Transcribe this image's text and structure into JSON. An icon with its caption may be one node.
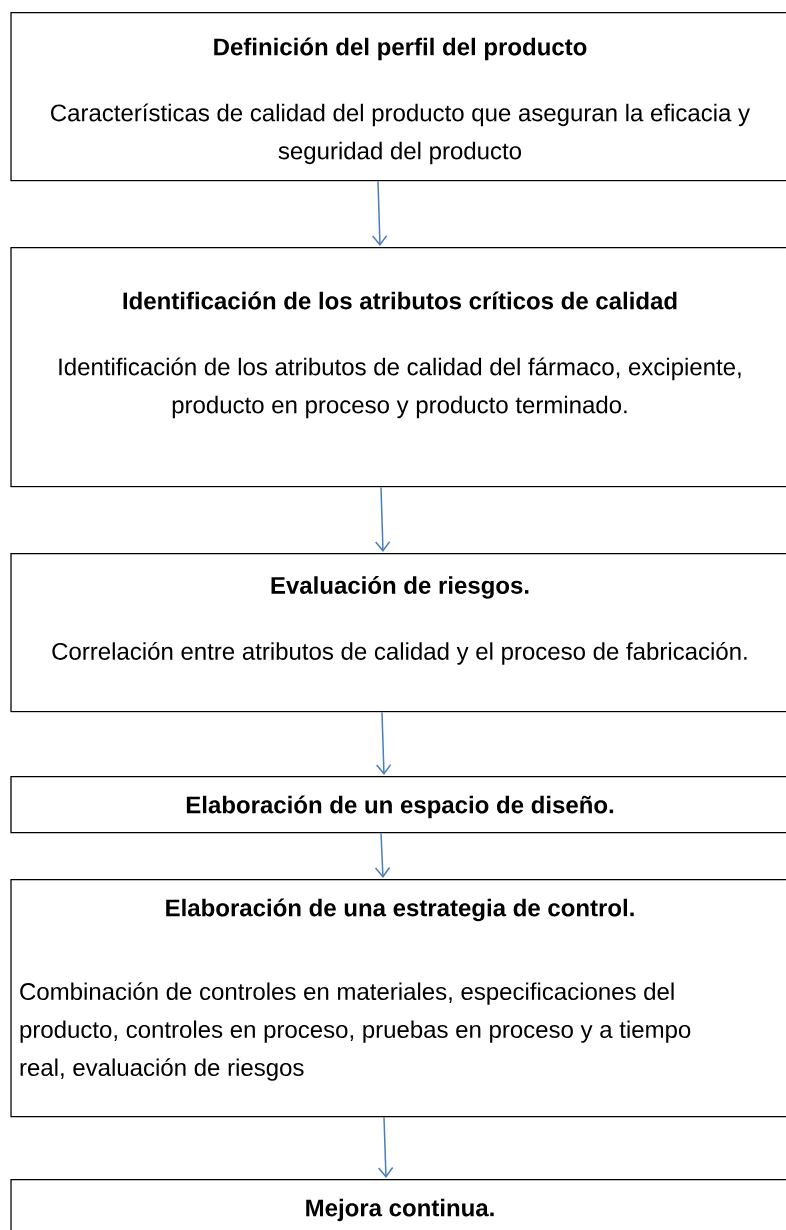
{
  "diagram": {
    "nodes": [
      {
        "text": [
          "Definición del perfil del producto",
          "Características de calidad del producto que aseguran la eficacia y seguridad del producto"
        ]
      },
      {
        "text": [
          "Identificación de los atributos críticos de calidad",
          "Identificación de los atributos de calidad del fármaco, excipiente, producto en proceso y producto terminado."
        ]
      },
      {
        "text": [
          "Evaluación de riesgos.",
          "Correlación entre atributos de calidad y el proceso de fabricación."
        ]
      },
      {
        "text": [
          "Elaboración de un espacio de diseño."
        ]
      },
      {
        "text": [
          "Elaboración de una estrategia de control.",
          "Combinación de controles en materiales, especificaciones del producto, controles en proceso, pruebas en proceso y a tiempo real, evaluación de riesgos"
        ]
      },
      {
        "text": [
          "Mejora continua."
        ]
      }
    ],
    "edges": [
      {
        "from": 0,
        "to": 1,
        "arrow": "to"
      },
      {
        "from": 1,
        "to": 2,
        "arrow": "to"
      },
      {
        "from": 2,
        "to": 3,
        "arrow": "to"
      },
      {
        "from": 3,
        "to": 4,
        "arrow": "to"
      },
      {
        "from": 4,
        "to": 5,
        "arrow": "to"
      }
    ]
  }
}
